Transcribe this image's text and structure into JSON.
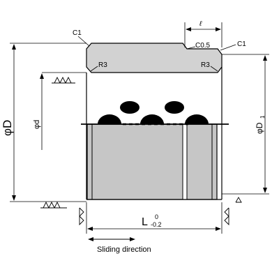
{
  "labels": {
    "c1_left": "C1",
    "c1_right": "C1",
    "c05": "C0.5",
    "l_small": "ℓ",
    "r3_left": "R3",
    "r3_right": "R3",
    "dia_D": "φD",
    "dia_d": "φd",
    "dia_D1_main": "φD",
    "dia_D1_sub": "1",
    "length_L": "L",
    "tol_upper": "0",
    "tol_lower": "-0.2",
    "sliding": "Sliding direction"
  },
  "colors": {
    "line": "#000000",
    "body_fill": "#c8c8c8",
    "flange_fill": "#d0d0d0",
    "plug_fill": "#000000"
  }
}
